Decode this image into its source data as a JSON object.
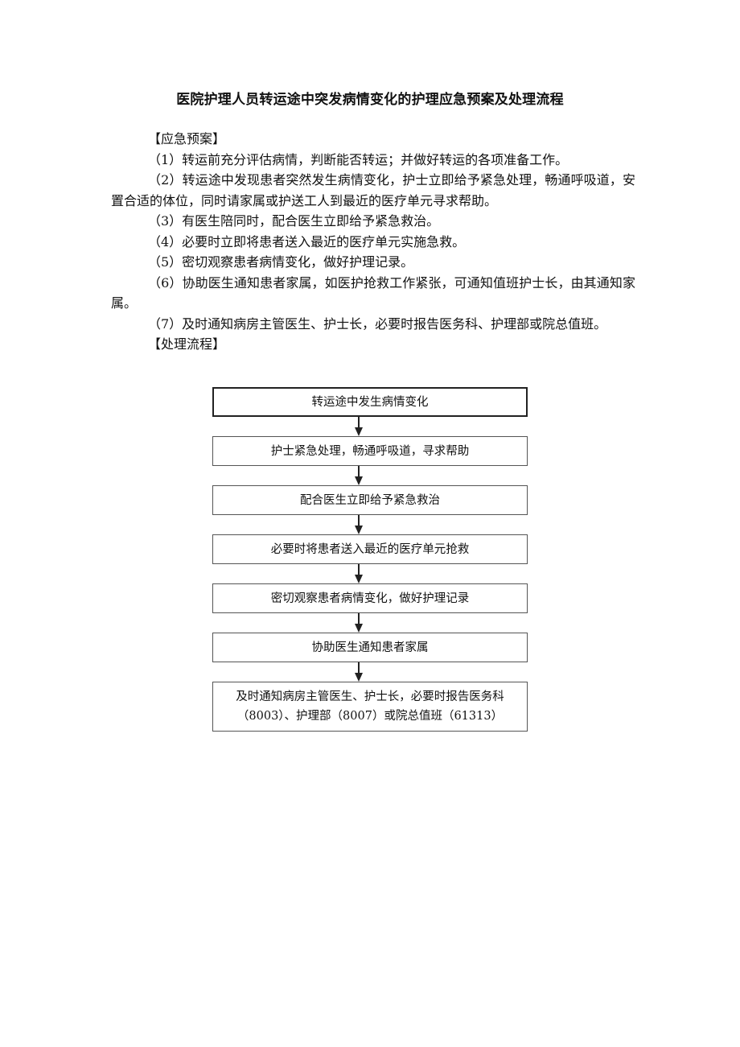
{
  "document": {
    "title": "医院护理人员转运途中突发病情变化的护理应急预案及处理流程",
    "plan_heading": "【应急预案】",
    "plan_items": [
      "（1）转运前充分评估病情，判断能否转运；并做好转运的各项准备工作。",
      "（2）转运途中发现患者突然发生病情变化，护士立即给予紧急处理，畅通呼吸道，安置合适的体位，同时请家属或护送工人到最近的医疗单元寻求帮助。",
      "（3）有医生陪同时，配合医生立即给予紧急救治。",
      "（4）必要时立即将患者送入最近的医疗单元实施急救。",
      "（5）密切观察患者病情变化，做好护理记录。",
      "（6）协助医生通知患者家属，如医护抢救工作紧张，可通知值班护士长，由其通知家属。",
      "（7）及时通知病房主管医生、护士长，必要时报告医务科、护理部或院总值班。"
    ],
    "flow_heading": "【处理流程】"
  },
  "flowchart": {
    "steps": [
      "转运途中发生病情变化",
      "护士紧急处理，畅通呼吸道，寻求帮助",
      "配合医生立即给予紧急救治",
      "必要时将患者送入最近的医疗单元抢救",
      "密切观察患者病情变化，做好护理记录",
      "协助医生通知患者家属"
    ],
    "final_step": {
      "line1": "及时通知病房主管医生、护士长，必要时报告医务科",
      "line2": "（8003）、护理部（8007）或院总值班（61313）"
    }
  }
}
